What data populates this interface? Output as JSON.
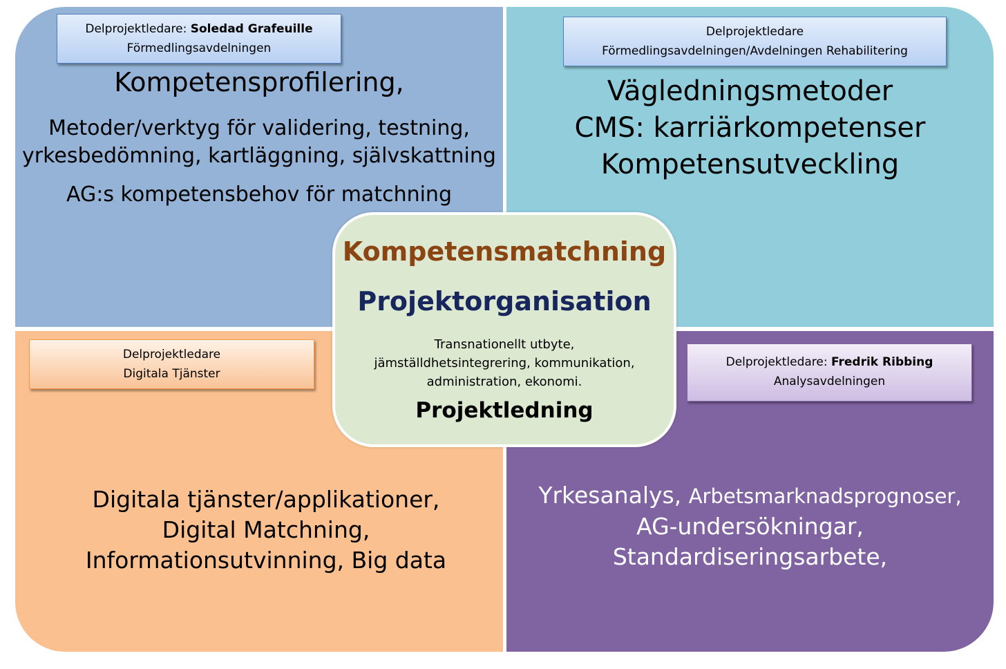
{
  "quadrants": {
    "top_left": {
      "tag_prefix": "Delprojektledare: ",
      "tag_name": "Soledad Grafeuille",
      "tag_dept": "Förmedlingsavdelningen",
      "heading": "Kompetensprofilering,",
      "line1": "Metoder/verktyg för validering, testning,",
      "line2": "yrkesbedömning, kartläggning, självskattning",
      "line3": "AG:s kompetensbehov för matchning"
    },
    "top_right": {
      "tag_title": "Delprojektledare",
      "tag_dept": "Förmedlingsavdelningen/Avdelningen Rehabilitering",
      "line1": "Vägledningsmetoder",
      "line2": "CMS: karriärkompetenser",
      "line3": "Kompetensutveckling"
    },
    "bottom_left": {
      "tag_title": "Delprojektledare",
      "tag_dept": "Digitala Tjänster",
      "line1": "Digitala tjänster/applikationer,",
      "line2": "Digital Matchning,",
      "line3": "Informationsutvinning, Big data"
    },
    "bottom_right": {
      "tag_prefix": "Delprojektledare: ",
      "tag_name": "Fredrik Ribbing",
      "tag_dept": "Analysavdelningen",
      "line1_a": "Yrkesanalys, ",
      "line1_b": "Arbetsmarknadsprognoser,",
      "line2": "AG-undersökningar,",
      "line3": "Standardiseringsarbete,"
    }
  },
  "center": {
    "title": "Kompetensmatchning",
    "subtitle": "Projektorganisation",
    "tasks_line1": "Transnationellt utbyte,",
    "tasks_line2": "jämställdhetsintegrering, kommunikation,",
    "tasks_line3": "administration, ekonomi.",
    "lead": "Projektledning"
  },
  "colors": {
    "top_left": "#95b3d7",
    "top_right": "#92cddc",
    "bottom_left": "#fac090",
    "bottom_right": "#8064a2",
    "center": "#dde8d1",
    "title": "#8b4513",
    "subtitle": "#17265c"
  }
}
